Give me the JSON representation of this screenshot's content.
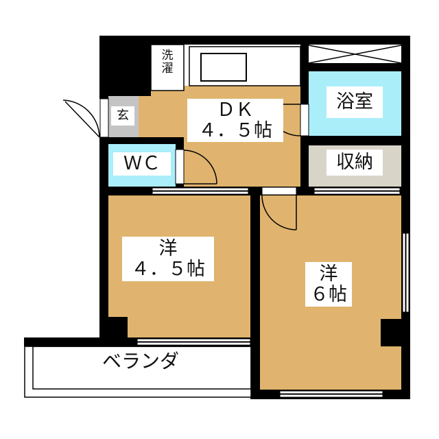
{
  "colors": {
    "room": "#e0b46e",
    "water": "#aaeefa",
    "storage": "#d8d4c8",
    "entry": "#c4c4c4",
    "wall": "#000000"
  },
  "rooms": {
    "laundry": "洗濯",
    "entrance": "玄",
    "dk": {
      "name": "ＤＫ",
      "size": "４．５帖"
    },
    "bath": "浴室",
    "wc": "ＷＣ",
    "storage": "収納",
    "western1": {
      "name": "洋",
      "size": "４．５帖"
    },
    "western2": {
      "name": "洋",
      "size": "６帖"
    },
    "balcony": "ベランダ"
  }
}
